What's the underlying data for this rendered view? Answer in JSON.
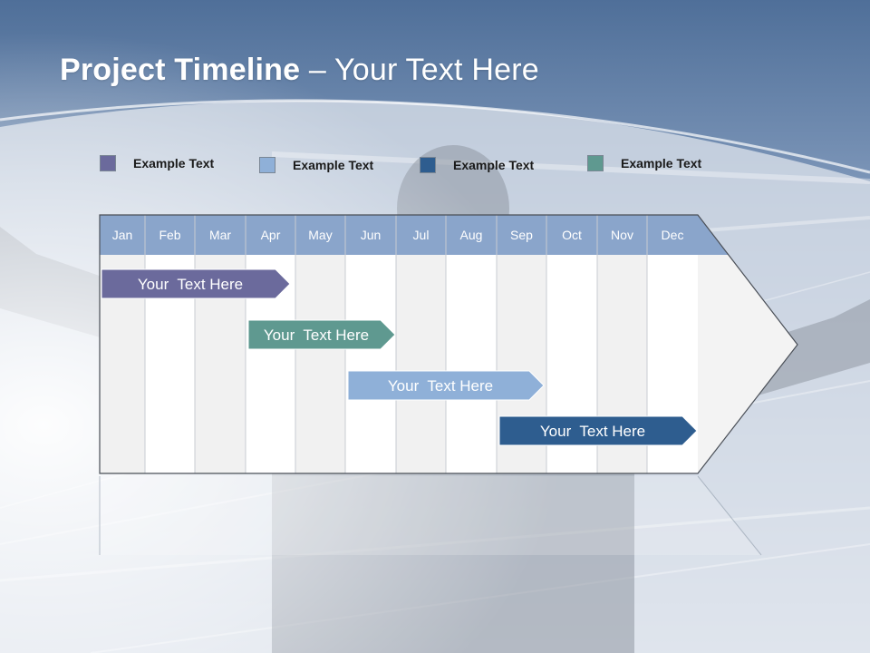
{
  "slide": {
    "title_bold": "Project Timeline",
    "title_rest": " – Your Text Here"
  },
  "legend": [
    {
      "label": "Example Text",
      "color": "#6b6a9c"
    },
    {
      "label": "Example Text",
      "color": "#8fb0d8"
    },
    {
      "label": "Example Text",
      "color": "#2e5d8f"
    },
    {
      "label": "Example Text",
      "color": "#5f9990"
    }
  ],
  "timeline": {
    "months": [
      "Jan",
      "Feb",
      "Mar",
      "Apr",
      "May",
      "Jun",
      "Jul",
      "Aug",
      "Sep",
      "Oct",
      "Nov",
      "Dec"
    ],
    "header_color": "#8aa5cb",
    "tasks": [
      {
        "label": "Your  Text Here",
        "start": "Jan",
        "end": "Apr",
        "color": "#6b6a9c"
      },
      {
        "label": "Your  Text Here",
        "start": "Apr",
        "end": "Jun",
        "color": "#5f9990"
      },
      {
        "label": "Your  Text Here",
        "start": "Jun",
        "end": "Sep",
        "color": "#8fb0d8"
      },
      {
        "label": "Your  Text Here",
        "start": "Sep",
        "end": "Dec",
        "color": "#2e5d8f"
      }
    ]
  }
}
